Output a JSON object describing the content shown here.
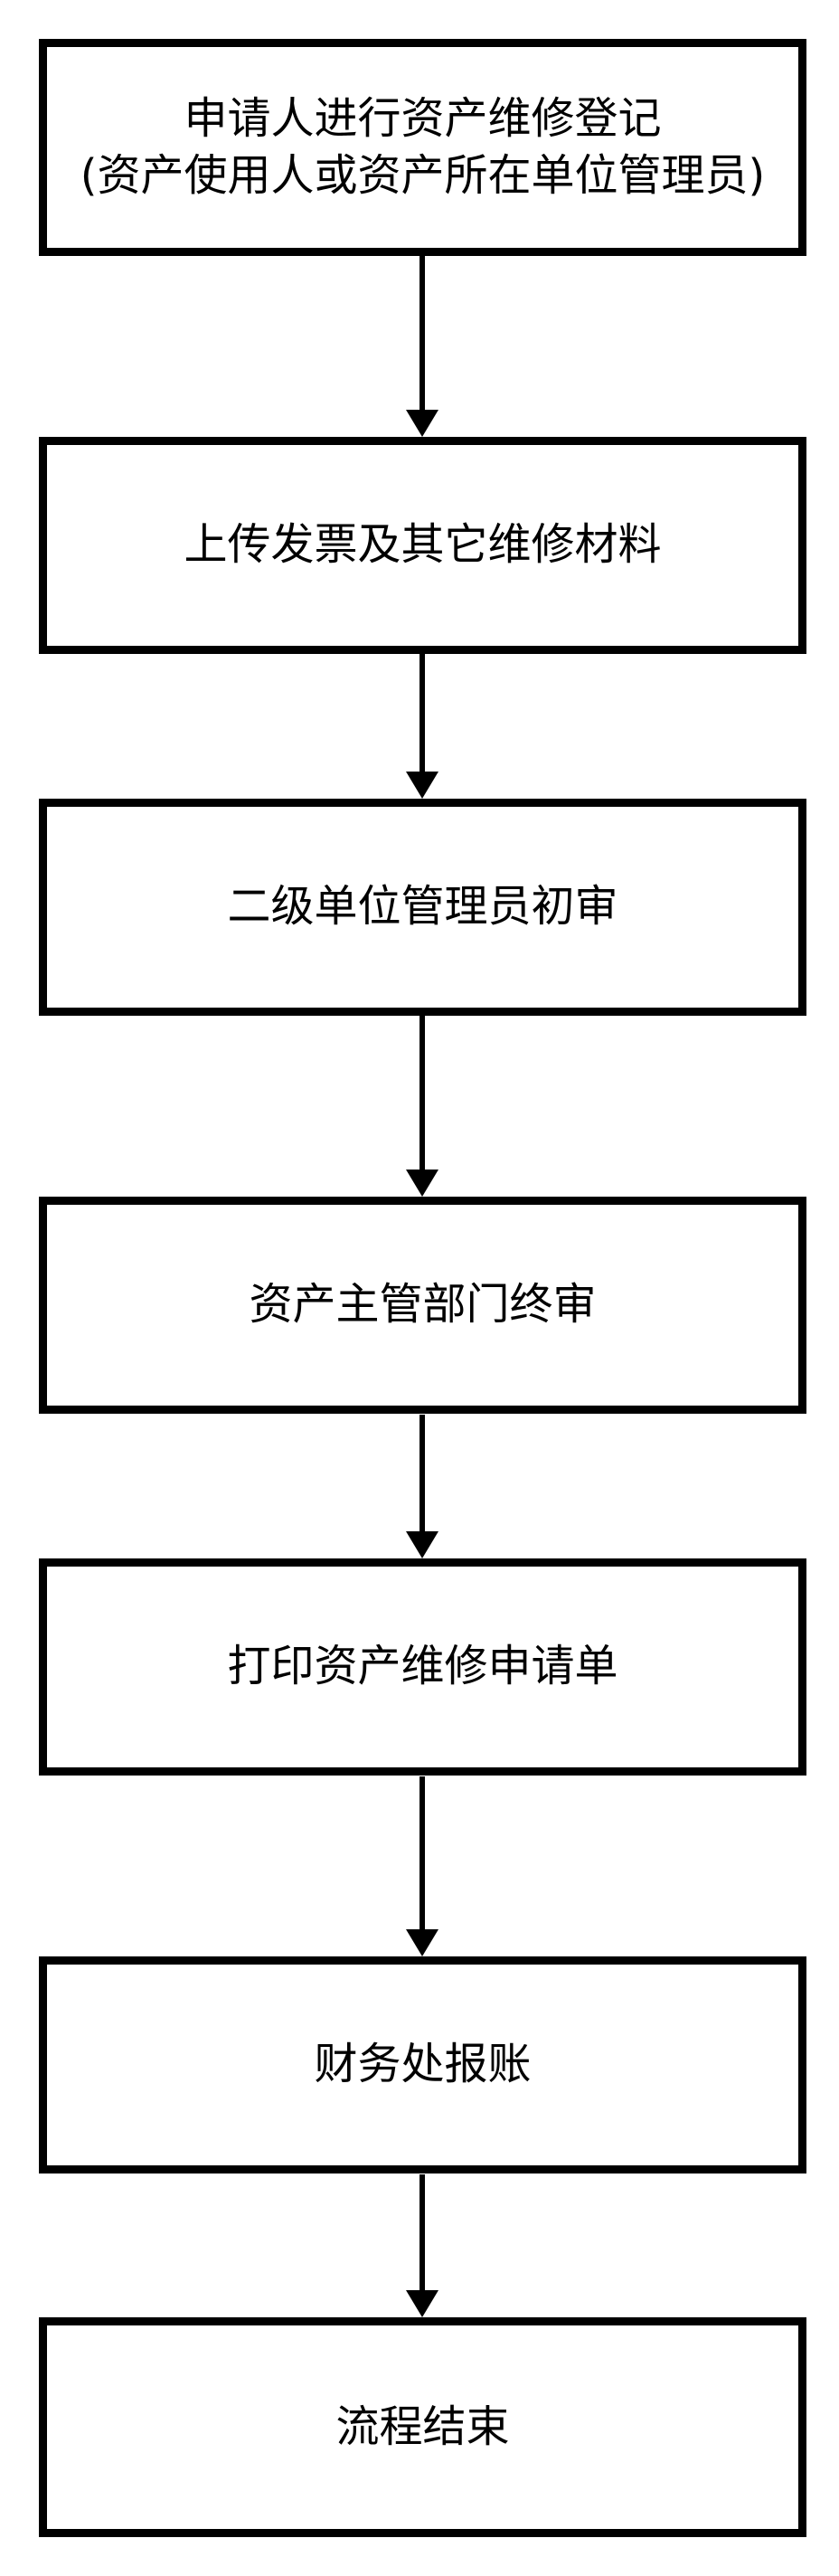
{
  "diagram": {
    "type": "flowchart",
    "direction": "top-to-bottom",
    "colors": {
      "background": "#ffffff",
      "box_border": "#000000",
      "text": "#000000",
      "arrow": "#000000"
    },
    "steps": [
      {
        "label": "申请人进行资产维修登记",
        "sublabel": "(资产使用人或资产所在单位管理员)"
      },
      {
        "label": "上传发票及其它维修材料"
      },
      {
        "label": "二级单位管理员初审"
      },
      {
        "label": "资产主管部门终审"
      },
      {
        "label": "打印资产维修申请单"
      },
      {
        "label": "财务处报账"
      },
      {
        "label": "流程结束"
      }
    ],
    "connections": [
      {
        "from": 0,
        "to": 1
      },
      {
        "from": 1,
        "to": 2
      },
      {
        "from": 2,
        "to": 3
      },
      {
        "from": 3,
        "to": 4
      },
      {
        "from": 4,
        "to": 5
      },
      {
        "from": 5,
        "to": 6
      }
    ]
  }
}
